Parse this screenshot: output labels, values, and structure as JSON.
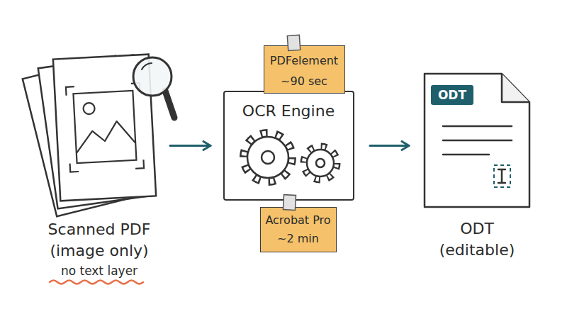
{
  "diagram": {
    "nodes": [
      {
        "text": [
          "Scanned PDF (image only)",
          "no text layer"
        ]
      },
      {
        "text": [
          "OCR Engine"
        ]
      },
      {
        "text": [
          "PDFelement ~90 sec"
        ]
      },
      {
        "text": [
          "Acrobat Pro ~2 min"
        ]
      },
      {
        "text": [
          "ODT (editable)"
        ]
      },
      {
        "text": [
          "ODT"
        ],
        "in": 4
      }
    ],
    "edges": [
      {
        "from": 0,
        "to": 1,
        "arrow": "to"
      },
      {
        "from": 1,
        "to": 4,
        "arrow": "to"
      }
    ]
  }
}
